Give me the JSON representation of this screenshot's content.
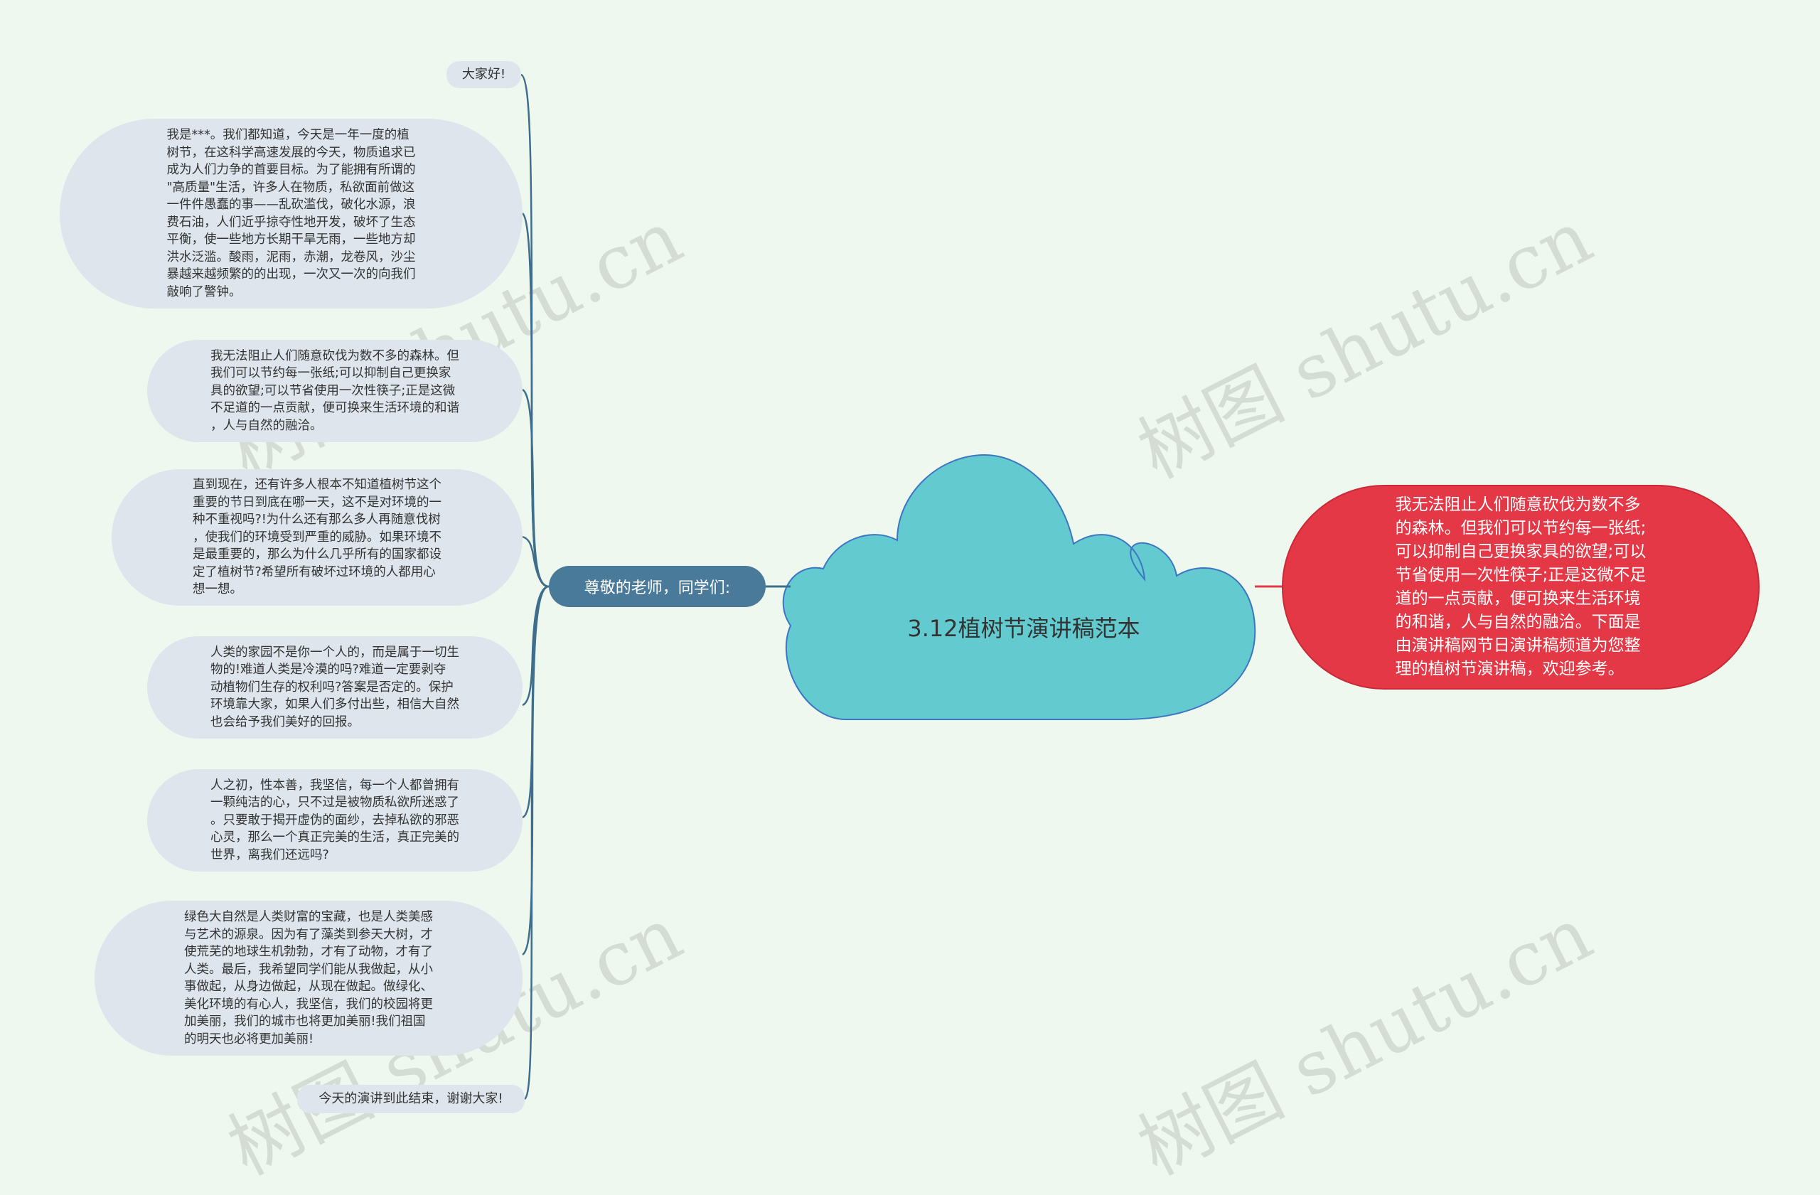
{
  "central_topic": {
    "label": "3.12植树节演讲稿范本"
  },
  "hub": {
    "label": "尊敬的老师，同学们:"
  },
  "right_node": {
    "text": "我无法阻止人们随意砍伐为数不多\n的森林。但我们可以节约每一张纸;\n可以抑制自己更换家具的欲望;可以\n节省使用一次性筷子;正是这微不足\n道的一点贡献，便可换来生活环境\n的和谐，人与自然的融洽。下面是\n由演讲稿网节日演讲稿频道为您整\n理的植树节演讲稿，欢迎参考。"
  },
  "leaves": [
    {
      "text": "大家好!"
    },
    {
      "text": "我是***。我们都知道，今天是一年一度的植\n树节，在这科学高速发展的今天，物质追求已\n成为人们力争的首要目标。为了能拥有所谓的\n\"高质量\"生活，许多人在物质，私欲面前做这\n一件件愚蠢的事——乱砍滥伐，破化水源，浪\n费石油，人们近乎掠夺性地开发，破坏了生态\n平衡，使一些地方长期干旱无雨，一些地方却\n洪水泛滥。酸雨，泥雨，赤潮，龙卷风，沙尘\n暴越来越频繁的的出现，一次又一次的向我们\n敲响了警钟。"
    },
    {
      "text": "我无法阻止人们随意砍伐为数不多的森林。但\n我们可以节约每一张纸;可以抑制自己更换家\n具的欲望;可以节省使用一次性筷子;正是这微\n不足道的一点贡献，便可换来生活环境的和谐\n，人与自然的融洽。"
    },
    {
      "text": "直到现在，还有许多人根本不知道植树节这个\n重要的节日到底在哪一天，这不是对环境的一\n种不重视吗?!为什么还有那么多人再随意伐树\n，使我们的环境受到严重的威胁。如果环境不\n是最重要的，那么为什么几乎所有的国家都设\n定了植树节?希望所有破坏过环境的人都用心\n想一想。"
    },
    {
      "text": "人类的家园不是你一个人的，而是属于一切生\n物的!难道人类是冷漠的吗?难道一定要剥夺\n动植物们生存的权利吗?答案是否定的。保护\n环境靠大家，如果人们多付出些，相信大自然\n也会给予我们美好的回报。"
    },
    {
      "text": "人之初，性本善，我坚信，每一个人都曾拥有\n一颗纯洁的心，只不过是被物质私欲所迷惑了\n。只要敢于揭开虚伪的面纱，去掉私欲的邪恶\n心灵，那么一个真正完美的生活，真正完美的\n世界，离我们还远吗?"
    },
    {
      "text": "绿色大自然是人类财富的宝藏，也是人类美感\n与艺术的源泉。因为有了藻类到参天大树，才\n使荒芜的地球生机勃勃，才有了动物，才有了\n人类。最后，我希望同学们能从我做起，从小\n事做起，从身边做起，从现在做起。做绿化、\n美化环境的有心人，我坚信，我们的校园将更\n加美丽，我们的城市也将更加美丽!我们祖国\n的明天也必将更加美丽!"
    },
    {
      "text": "今天的演讲到此结束，谢谢大家!"
    }
  ],
  "watermark": {
    "text": "树图 shutu.cn"
  },
  "colors": {
    "background": "#eff8ee",
    "cloud_fill": "#63cbcf",
    "cloud_stroke": "#3b76c4",
    "hub_fill": "#4a7a99",
    "leaf_fill": "#dee5ec",
    "connector": "#3f6e8c",
    "right_fill": "#e43846"
  }
}
